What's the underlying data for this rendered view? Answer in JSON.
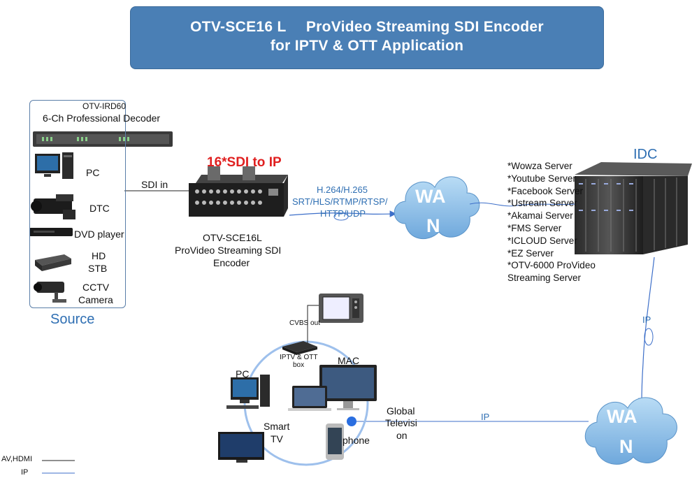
{
  "title": {
    "line1_model": "OTV-SCE16",
    "line1_suffix": "L",
    "line1_rest": "ProVideo Streaming SDI Encoder",
    "line2": "for IPTV & OTT Application"
  },
  "source": {
    "label": "Source",
    "decoder_model": "OTV-IRD60",
    "decoder_name": "6-Ch Professional Decoder",
    "items": {
      "pc": "PC",
      "dtc": "DTC",
      "dvd": "DVD player",
      "hd_stb_line1": "HD",
      "hd_stb_line2": "STB",
      "cctv_line1": "CCTV",
      "cctv_line2": "Camera"
    }
  },
  "encoder": {
    "headline": "16*SDI to IP",
    "sdi_in": "SDI in",
    "name_line1": "OTV-SCE16L",
    "name_line2": "ProVideo Streaming SDI",
    "name_line3": "Encoder",
    "protocols_line1": "H.264/H.265",
    "protocols_line2": "SRT/HLS/RTMP/RTSP/",
    "protocols_line3": "HTTP/UDP"
  },
  "wan": {
    "top_line1": "WA",
    "top_line2": "N",
    "bottom_line1": "WA",
    "bottom_line2": "N"
  },
  "idc": {
    "label": "IDC",
    "servers": [
      "*Wowza Server",
      "*Youtube Server",
      "*Facebook Server",
      "*Ustream Server",
      "*Akamai Server",
      "*FMS Server",
      "*ICLOUD Server",
      "*EZ Server",
      "*OTV-6000 ProVideo",
      "Streaming Server"
    ]
  },
  "links": {
    "ip_vertical": "IP",
    "ip_horizontal": "IP"
  },
  "clients": {
    "cvbs_out": "CVBS out",
    "iptv_box_line1": "IPTV & OTT",
    "iptv_box_line2": "box",
    "mac": "MAC",
    "pc": "PC",
    "smart_tv_line1": "Smart",
    "smart_tv_line2": "TV",
    "phone": "phone",
    "global_tv_line1": "Global",
    "global_tv_line2": "Televisi",
    "global_tv_line3": "on"
  },
  "legend": {
    "av_hdmi": "AV,HDMI",
    "ip": "IP"
  },
  "colors": {
    "banner": "#4a7fb5",
    "ip_line": "#3d6fc9",
    "cloud": "#8fbfe8",
    "headline_red": "#e02020"
  }
}
